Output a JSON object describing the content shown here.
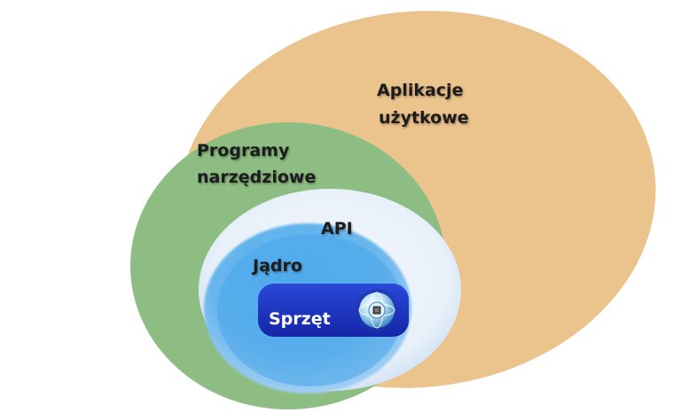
{
  "diagram": {
    "layers": [
      {
        "key": "apps",
        "lines": [
          "Aplikacje",
          "użytkowe"
        ],
        "color": "#ebc38c"
      },
      {
        "key": "tools",
        "lines": [
          "Programy",
          "narzędziowe"
        ],
        "color": "#8dbd82"
      },
      {
        "key": "api",
        "lines": [
          "API"
        ],
        "color": "#e4eef9"
      },
      {
        "key": "kernel",
        "lines": [
          "Jądro"
        ],
        "color": "#4aa6ea"
      },
      {
        "key": "hardware",
        "lines": [
          "Sprzęt"
        ],
        "color": "#1d33c4"
      }
    ],
    "icon": "globe-chip-icon"
  }
}
